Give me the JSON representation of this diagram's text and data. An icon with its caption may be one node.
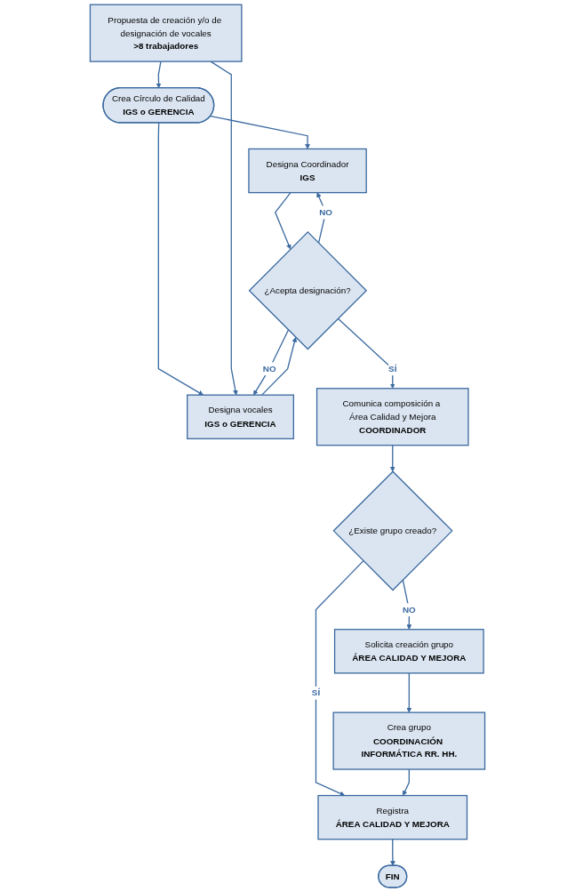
{
  "diagram": {
    "nodes": [
      {
        "text": [
          "Crea Círculo de Calidad",
          "IGS o GERENCIA"
        ]
      },
      {
        "text": [
          "Propuesta de creación y/o de designación de vocales",
          ">8 trabajadores"
        ]
      },
      {
        "text": [
          "Designa Coordinador",
          "IGS"
        ]
      },
      {
        "text": [
          "Designa vocales",
          "IGS o GERENCIA"
        ]
      },
      {
        "text": [
          "¿Acepta designación?"
        ]
      },
      {
        "text": [
          "Comunica composición a Área Calidad y Mejora",
          "COORDINADOR"
        ]
      },
      {
        "text": [
          "¿Existe grupo creado?"
        ]
      },
      {
        "text": [
          "Solicita creación grupo",
          "ÁREA CALIDAD Y MEJORA"
        ]
      },
      {
        "text": [
          "Registra",
          "ÁREA CALIDAD Y MEJORA"
        ]
      },
      {
        "text": [
          "Crea grupo",
          "COORDINACIÓN INFORMÁTICA RR. HH."
        ]
      },
      {
        "text": [
          "FIN"
        ]
      }
    ],
    "edges": [
      {
        "from": 1,
        "to": 0,
        "arrow": "to"
      },
      {
        "from": 0,
        "to": 2,
        "arrow": "to"
      },
      {
        "from": 0,
        "to": 3,
        "arrow": "to"
      },
      {
        "from": 1,
        "to": 3,
        "arrow": "to"
      },
      {
        "from": 2,
        "to": 4,
        "arrow": "to"
      },
      {
        "from": 3,
        "to": 4,
        "arrow": "to"
      },
      {
        "from": 4,
        "to": 2,
        "arrow": "to",
        "label": "NO"
      },
      {
        "from": 4,
        "to": 3,
        "arrow": "to",
        "label": "NO"
      },
      {
        "from": 4,
        "to": 5,
        "arrow": "to",
        "label": "SÍ"
      },
      {
        "from": 5,
        "to": 6,
        "arrow": "to"
      },
      {
        "from": 6,
        "to": 7,
        "arrow": "to",
        "label": "NO"
      },
      {
        "from": 6,
        "to": 8,
        "arrow": "to",
        "label": "SÍ"
      },
      {
        "from": 7,
        "to": 9,
        "arrow": "to"
      },
      {
        "from": 9,
        "to": 8,
        "arrow": "to"
      },
      {
        "from": 8,
        "to": 10,
        "arrow": "to"
      }
    ]
  }
}
